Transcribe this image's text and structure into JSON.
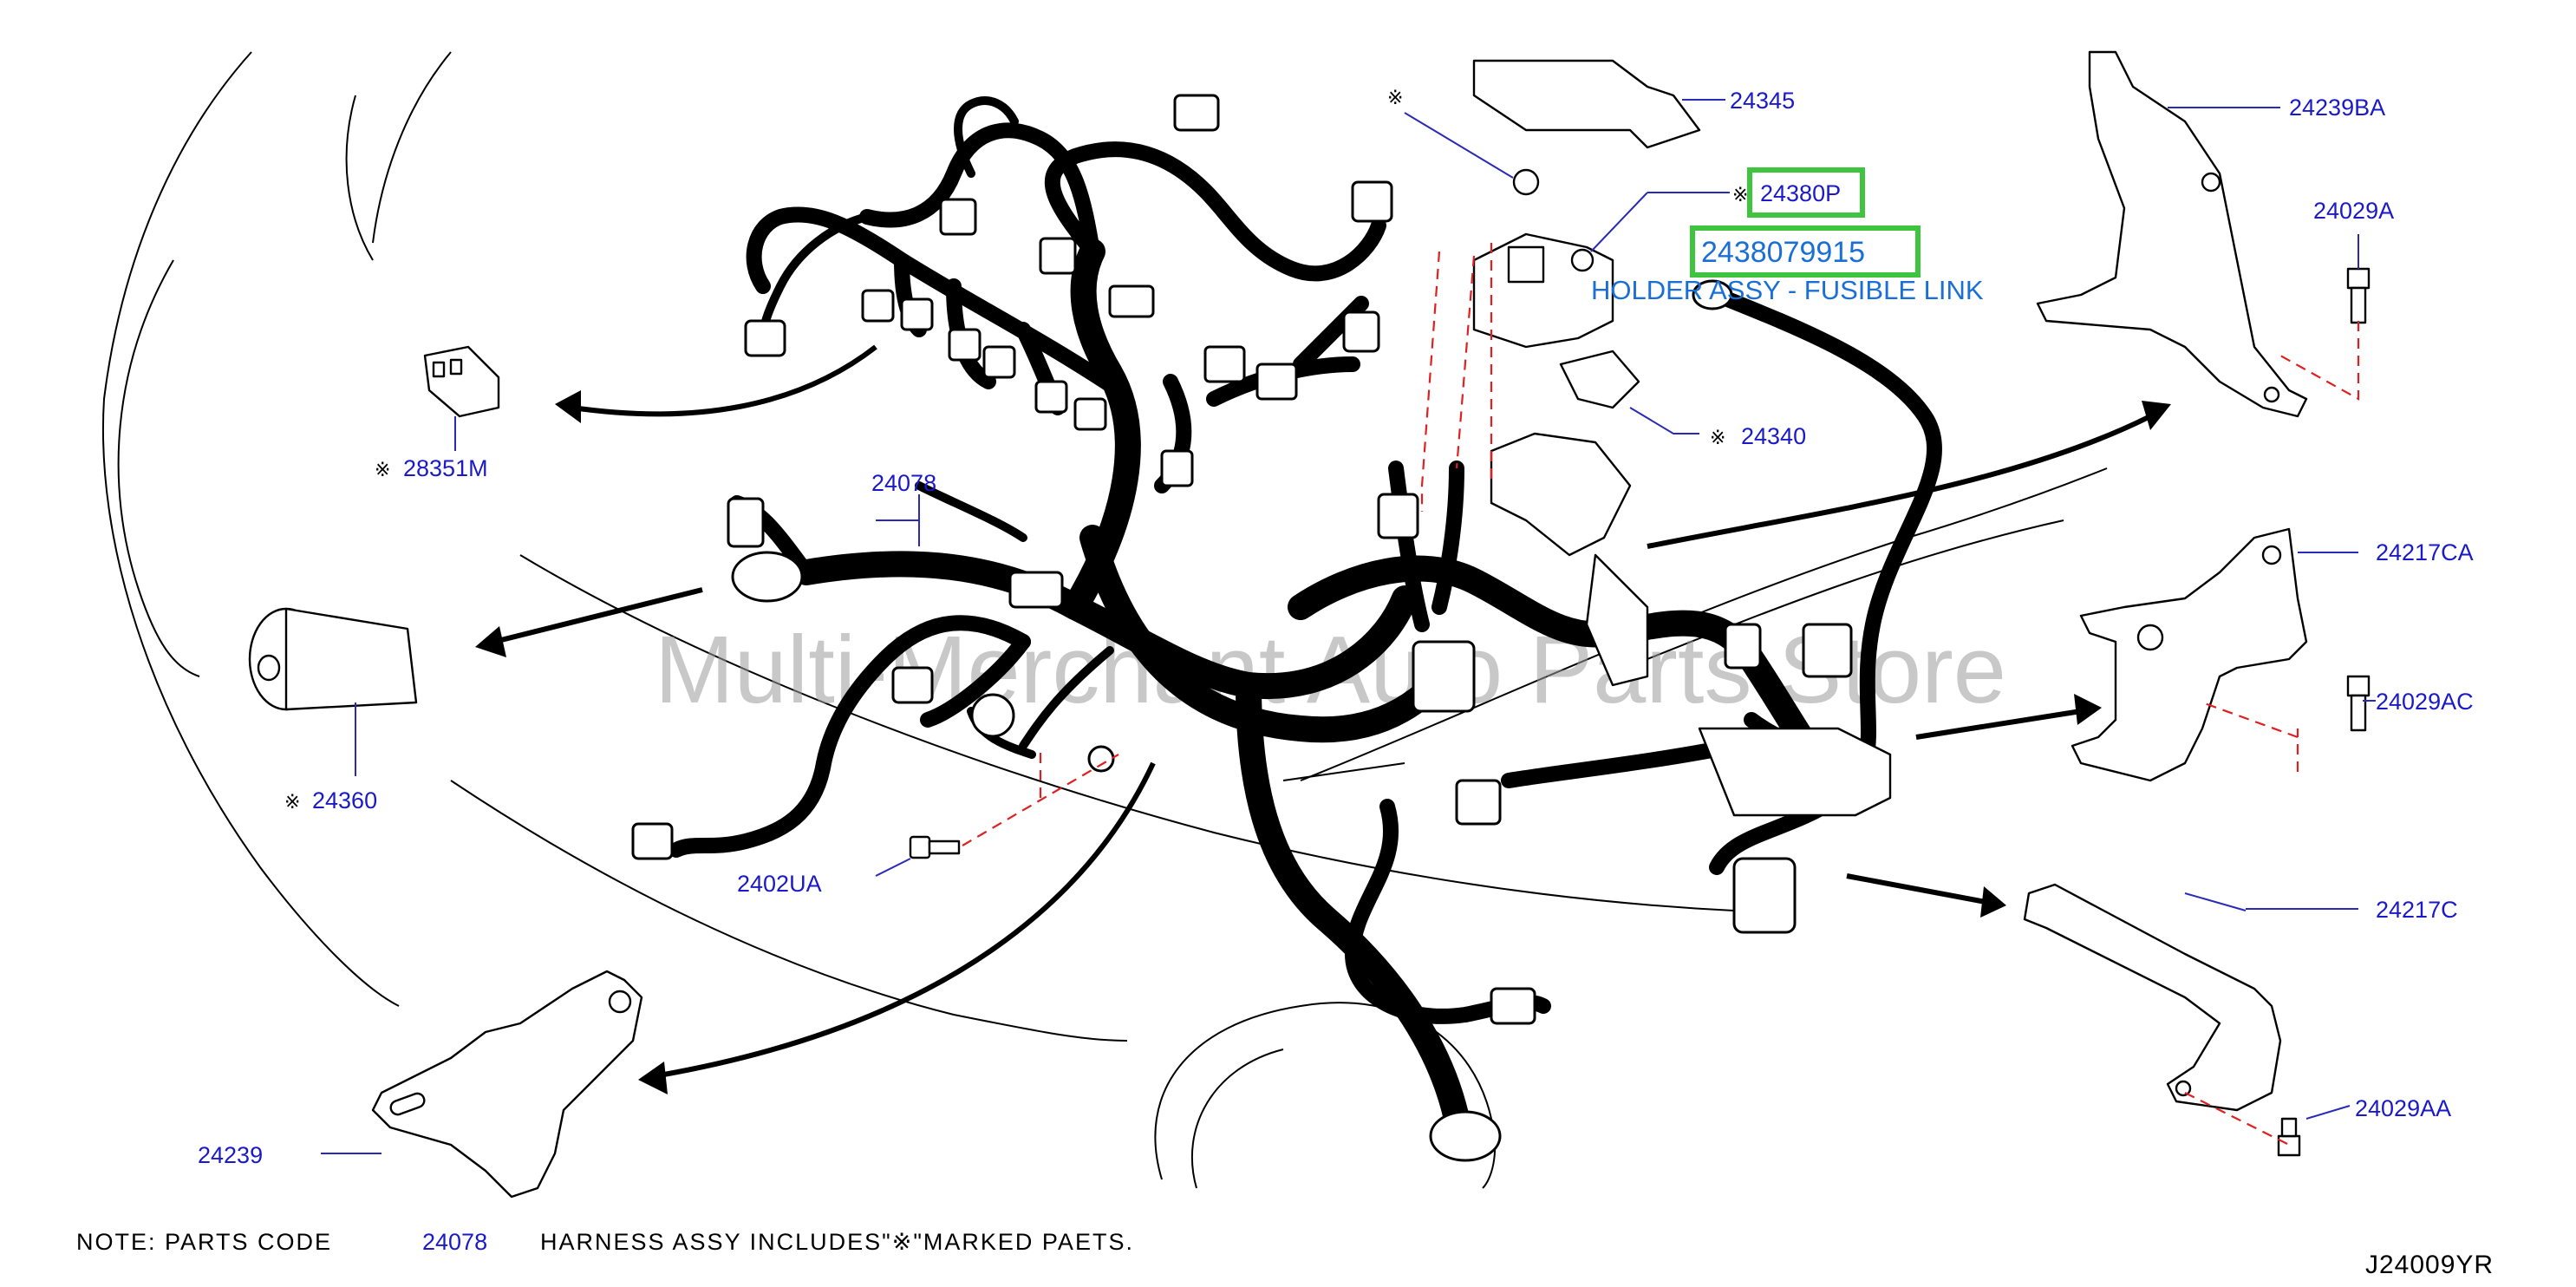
{
  "labels": {
    "p24345": "24345",
    "p24239BA": "24239BA",
    "p24029A": "24029A",
    "p24380P": "24380P",
    "p24340": "24340",
    "p28351M": "28351M",
    "p24078": "24078",
    "p24217CA": "24217CA",
    "p24029AC": "24029AC",
    "p24360": "24360",
    "p2402UA": "2402UA",
    "p24217C": "24217C",
    "p24029AA": "24029AA",
    "p24239": "24239"
  },
  "marks": {
    "ref_mark": "※"
  },
  "highlight": {
    "part_number": "2438079915",
    "part_name": "HOLDER ASSY - FUSIBLE LINK",
    "color": "#3fc43f"
  },
  "watermark": "Multi-Merchant Auto Parts Store",
  "note": {
    "prefix": "NOTE:  PARTS  CODE",
    "code": "24078",
    "suffix": "HARNESS  ASSY  INCLUDES\"※\"MARKED  PAETS."
  },
  "diagram_code": "J24009YR"
}
